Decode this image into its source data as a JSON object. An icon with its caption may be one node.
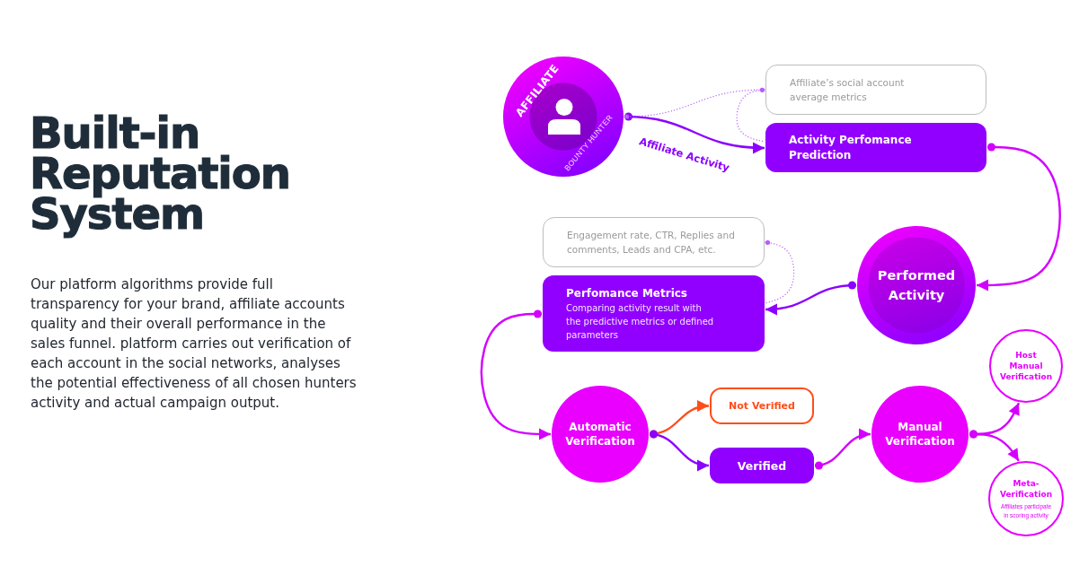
{
  "diagram": {
    "title": "Built-in Reputation System",
    "nodes": [
      {
        "text": [
          "AFFILIATE",
          "BOUNTY HUNTER"
        ]
      },
      {
        "text": [
          "Affiliate’s social account average metrics"
        ]
      },
      {
        "text": [
          "Activity Perfomance Prediction"
        ]
      },
      {
        "text": [
          "Performed Activity"
        ]
      },
      {
        "text": [
          "Engagement rate, CTR, Replies and comments, Leads and CPA, etc."
        ]
      },
      {
        "text": [
          "Perfomance Metrics",
          "Comparing activity result with the predictive metrics or defined parameters"
        ]
      },
      {
        "text": [
          "Automatic Verification"
        ]
      },
      {
        "text": [
          "Not Verified"
        ]
      },
      {
        "text": [
          "Verified"
        ]
      },
      {
        "text": [
          "Manual Verification"
        ]
      },
      {
        "text": [
          "Host Manual Verification"
        ]
      },
      {
        "text": [
          "Meta-Verification",
          "Affiliates participate in scoring activity"
        ]
      }
    ],
    "edges": [
      {
        "from": 0,
        "to": 2,
        "arrow": "to",
        "label": "Affiliate Activity",
        "color": "#8c00ff"
      },
      {
        "from": 0,
        "to": 1,
        "arrow": "other",
        "style": "dashed",
        "color": "#b65cff"
      },
      {
        "from": 1,
        "to": 2,
        "arrow": "other",
        "style": "dashed",
        "color": "#b65cff"
      },
      {
        "from": 2,
        "to": 3,
        "arrow": "to"
      },
      {
        "from": 3,
        "to": 5,
        "arrow": "to",
        "color": "#8c00ff"
      },
      {
        "from": 4,
        "to": 5,
        "arrow": "other",
        "style": "dashed",
        "color": "#b65cff"
      },
      {
        "from": 5,
        "to": 6,
        "arrow": "to"
      },
      {
        "from": 6,
        "to": 7,
        "arrow": "to",
        "color": "#ff4d1a"
      },
      {
        "from": 6,
        "to": 8,
        "arrow": "to",
        "color": "#8c00ff"
      },
      {
        "from": 8,
        "to": 9,
        "arrow": "to"
      },
      {
        "from": 9,
        "to": 10,
        "arrow": "to"
      },
      {
        "from": 9,
        "to": 11,
        "arrow": "to"
      }
    ],
    "labels": [
      "Our platform algorithms provide full transparency for your brand, affiliate accounts quality and their overall performance in the sales funnel. platform carries out verification of each account in the social networks, analyses the potential effectiveness of all chosen hunters activity and actual campaign output."
    ]
  }
}
